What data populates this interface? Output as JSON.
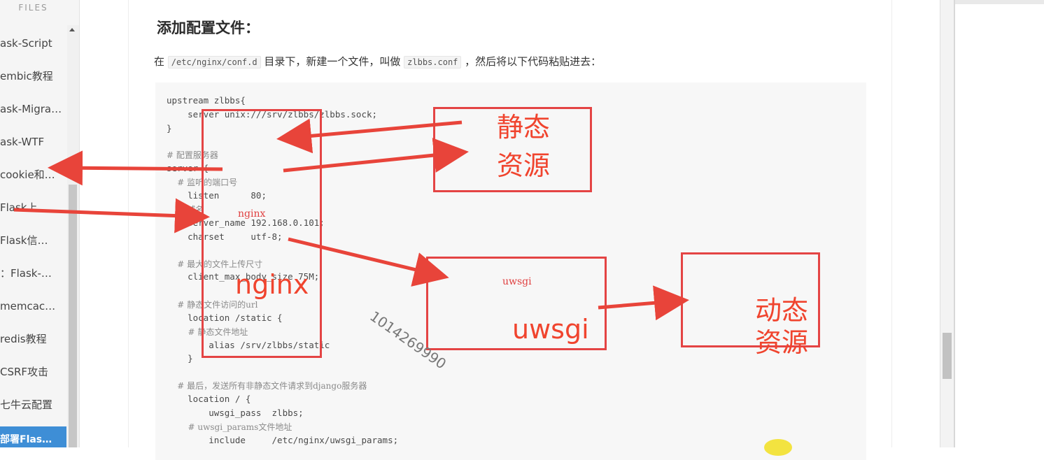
{
  "sidebar": {
    "header": "FILES",
    "items": [
      {
        "label": "ask-Script"
      },
      {
        "label": "embic教程"
      },
      {
        "label": "ask-Migra…"
      },
      {
        "label": "ask-WTF"
      },
      {
        "label": "cookie和…"
      },
      {
        "label": "Flask上"
      },
      {
        "label": "Flask信…"
      },
      {
        "label": "：Flask-…"
      },
      {
        "label": "memcac…"
      },
      {
        "label": "redis教程"
      },
      {
        "label": "CSRF攻击"
      },
      {
        "label": "七牛云配置"
      },
      {
        "label": "部署Flas…"
      }
    ],
    "active_index": 12
  },
  "article": {
    "title": "添加配置文件：",
    "intro": {
      "prefix": "在 ",
      "path": "/etc/nginx/conf.d",
      "mid": " 目录下，新建一个文件，叫做 ",
      "file": "zlbbs.conf",
      "suffix": " ，然后将以下代码粘贴进去："
    },
    "code": [
      "upstream zlbbs{",
      "    server unix:///srv/zlbbs/zlbbs.sock;",
      "}",
      "# 配置服务器",
      "server {",
      "    # 监听的端口号",
      "    listen      80;",
      "    # 域名",
      "    server_name 192.168.0.101;",
      "    charset     utf-8;",
      "    # 最大的文件上传尺寸",
      "    client_max_body_size 75M;",
      "    # 静态文件访问的url",
      "    location /static {",
      "        # 静态文件地址",
      "        alias /srv/zlbbs/static",
      "    }",
      "    # 最后，发送所有非静态文件请求到django服务器",
      "    location / {",
      "        uwsgi_pass  zlbbs;",
      "        # uwsgi_params文件地址",
      "        include     /etc/nginx/uwsgi_params;"
    ]
  },
  "annotations": {
    "static_resource": "静态\n资源",
    "static_resource_l1": "静态",
    "static_resource_l2": "资源",
    "nginx_small": "nginx",
    "nginx_big": "nginx",
    "uwsgi_small": "uwsgi",
    "uwsgi_big": "uwsgi",
    "dynamic_resource_l1": "动态",
    "dynamic_resource_l2": "资源",
    "watermark": "1014269990",
    "color": "#e44444"
  }
}
